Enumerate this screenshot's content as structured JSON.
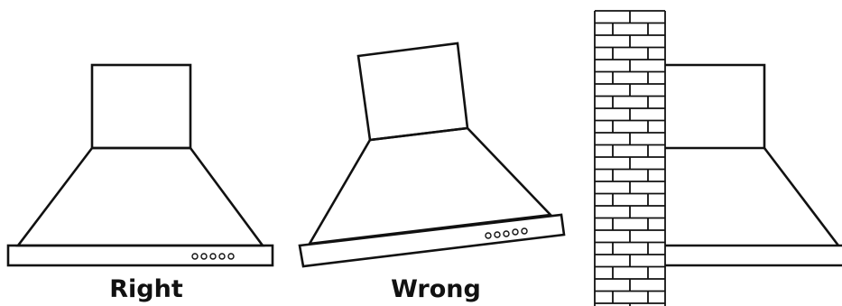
{
  "captions": {
    "right": "Right",
    "wrong": "Wrong"
  },
  "figures": [
    {
      "name": "range-hood-level",
      "state": "correct"
    },
    {
      "name": "range-hood-tilted",
      "state": "incorrect"
    },
    {
      "name": "range-hood-against-brick-wall",
      "state": "reference"
    }
  ],
  "colors": {
    "line": "#111111",
    "background": "#ffffff"
  }
}
